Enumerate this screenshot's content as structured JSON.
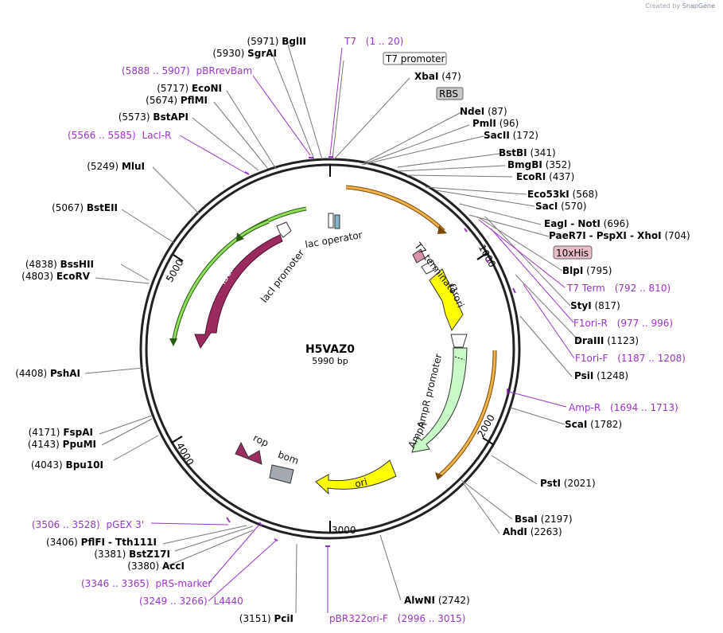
{
  "credit": {
    "created_by": "Created by",
    "brand": "SnapGene"
  },
  "map": {
    "name": "H5VAZ0",
    "length": "5990 bp"
  },
  "ticks": [
    "1000",
    "2000",
    "3000",
    "4000",
    "5000"
  ],
  "sites": [
    {
      "pos": "(5971)",
      "name": "BglII",
      "side": "left"
    },
    {
      "pos": "(5930)",
      "name": "SgrAI",
      "side": "left"
    },
    {
      "pos": "(5717)",
      "name": "EcoNI",
      "side": "left"
    },
    {
      "pos": "(5674)",
      "name": "PflMI",
      "side": "left"
    },
    {
      "pos": "(5573)",
      "name": "BstAPI",
      "side": "left"
    },
    {
      "pos": "(5249)",
      "name": "MluI",
      "side": "left"
    },
    {
      "pos": "(5067)",
      "name": "BstEII",
      "side": "left"
    },
    {
      "pos": "(4838)",
      "name": "BssHII",
      "side": "left"
    },
    {
      "pos": "(4803)",
      "name": "EcoRV",
      "side": "left"
    },
    {
      "pos": "(4408)",
      "name": "PshAI",
      "side": "left"
    },
    {
      "pos": "(4171)",
      "name": "FspAI",
      "side": "left"
    },
    {
      "pos": "(4143)",
      "name": "PpuMI",
      "side": "left"
    },
    {
      "pos": "(4043)",
      "name": "Bpu10I",
      "side": "left"
    },
    {
      "pos": "(3406)",
      "name": "PflFI",
      "extra": "- Tth111I",
      "side": "left"
    },
    {
      "pos": "(3381)",
      "name": "BstZ17I",
      "side": "left"
    },
    {
      "pos": "(3380)",
      "name": "AccI",
      "side": "left"
    },
    {
      "pos": "(3151)",
      "name": "PciI",
      "side": "left"
    },
    {
      "pos": "(47)",
      "name": "XbaI",
      "side": "right"
    },
    {
      "pos": "(87)",
      "name": "NdeI",
      "side": "right"
    },
    {
      "pos": "(96)",
      "name": "PmlI",
      "side": "right"
    },
    {
      "pos": "(172)",
      "name": "SacII",
      "side": "right"
    },
    {
      "pos": "(341)",
      "name": "BstBI",
      "side": "right"
    },
    {
      "pos": "(352)",
      "name": "BmgBI",
      "side": "right"
    },
    {
      "pos": "(437)",
      "name": "EcoRI",
      "side": "right"
    },
    {
      "pos": "(568)",
      "name": "Eco53kI",
      "side": "right"
    },
    {
      "pos": "(570)",
      "name": "SacI",
      "side": "right"
    },
    {
      "pos": "(696)",
      "name": "EagI",
      "extra": "- NotI",
      "side": "right"
    },
    {
      "pos": "(704)",
      "name": "PaeR7I",
      "extra": "- PspXI - XhoI",
      "side": "right"
    },
    {
      "pos": "(795)",
      "name": "BlpI",
      "side": "right"
    },
    {
      "pos": "(817)",
      "name": "StyI",
      "side": "right"
    },
    {
      "pos": "(1123)",
      "name": "DraIII",
      "side": "right"
    },
    {
      "pos": "(1248)",
      "name": "PsiI",
      "side": "right"
    },
    {
      "pos": "(1782)",
      "name": "ScaI",
      "side": "right"
    },
    {
      "pos": "(2021)",
      "name": "PstI",
      "side": "right"
    },
    {
      "pos": "(2197)",
      "name": "BsaI",
      "side": "right"
    },
    {
      "pos": "(2263)",
      "name": "AhdI",
      "side": "right"
    },
    {
      "pos": "(2742)",
      "name": "AlwNI",
      "side": "right"
    }
  ],
  "primers": [
    {
      "name": "T7",
      "range": "(1 .. 20)"
    },
    {
      "name": "pBRrevBam",
      "range": "(5888 .. 5907)"
    },
    {
      "name": "LacI-R",
      "range": "(5566 .. 5585)"
    },
    {
      "name": "T7 Term",
      "range": "(792 .. 810)"
    },
    {
      "name": "F1ori-R",
      "range": "(977 .. 996)"
    },
    {
      "name": "F1ori-F",
      "range": "(1187 .. 1208)"
    },
    {
      "name": "Amp-R",
      "range": "(1694 .. 1713)"
    },
    {
      "name": "pGEX 3'",
      "range": "(3506 .. 3528)"
    },
    {
      "name": "pRS-marker",
      "range": "(3346 .. 3365)"
    },
    {
      "name": "L4440",
      "range": "(3249 .. 3266)"
    },
    {
      "name": "pBR322ori-F",
      "range": "(2996 .. 3015)"
    }
  ],
  "boxed": {
    "t7promoter": "T7 promoter",
    "rbs": "RBS",
    "his": "10xHis"
  },
  "features": {
    "lac_operator": "lac operator",
    "laci_promoter": "lacI promoter",
    "laci": "lacI",
    "t7_terminator": "T7 terminator",
    "f1_ori": "f1 ori",
    "ampr_promoter": "AmpR promoter",
    "ampr": "AmpR",
    "ori": "ori",
    "rop": "rop",
    "bom": "bom"
  },
  "colors": {
    "primer": "#9a35c8",
    "laci": "#9b2b5e",
    "green_arc": "#8ee05a",
    "orange_arc": "#f0b34c",
    "yellow": "#ffff00",
    "ampr": "#c8fac8",
    "bom": "#a4a9b0",
    "operator": "#7fb6c9",
    "his_box": "#e8bcc6",
    "rbs_box": "#c8c8c8"
  }
}
